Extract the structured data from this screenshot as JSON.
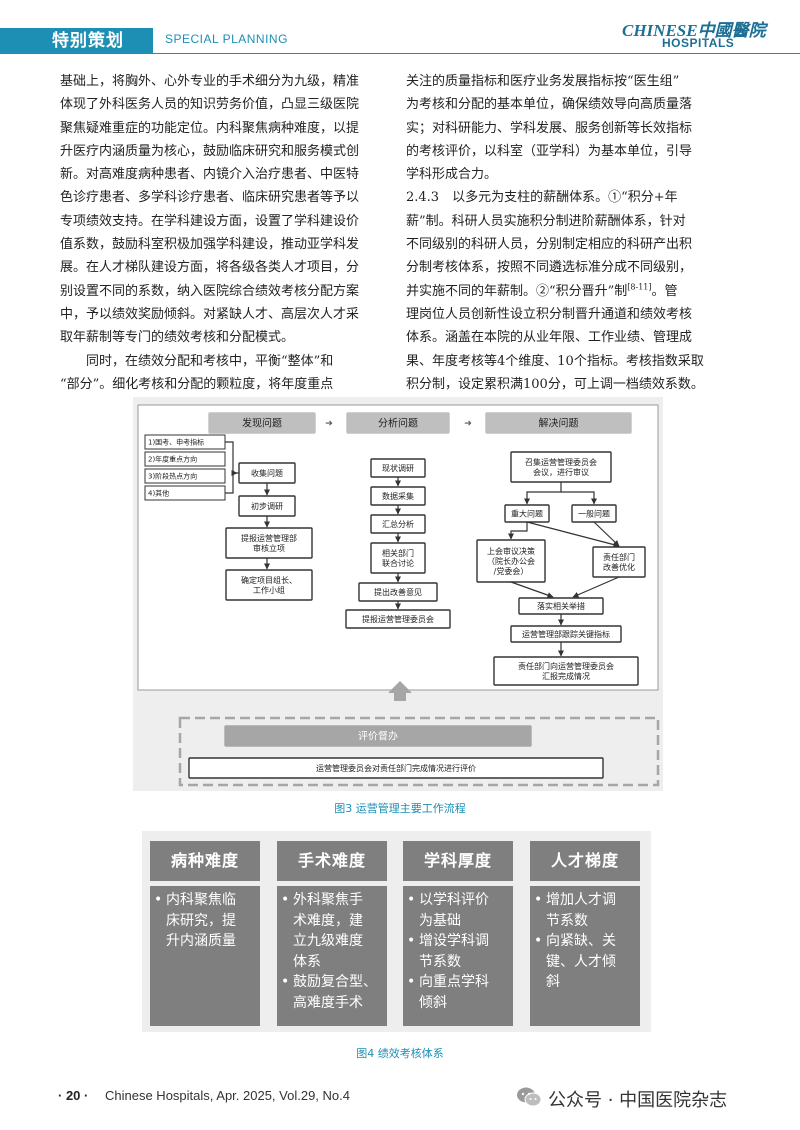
{
  "header": {
    "section_cn": "特别策划",
    "section_en": "SPECIAL PLANNING",
    "logo_top": "CHINESE中國醫院",
    "logo_bottom": "HOSPITALS"
  },
  "body_left": [
    "基础上，将胸外、心外专业的手术细分为九级，精准",
    "体现了外科医务人员的知识劳务价值，凸显三级医院",
    "聚焦疑难重症的功能定位。内科聚焦病种难度，以提",
    "升医疗内涵质量为核心，鼓励临床研究和服务模式创",
    "新。对高难度病种患者、内镜介入治疗患者、中医特",
    "色诊疗患者、多学科诊疗患者、临床研究患者等予以",
    "专项绩效支持。在学科建设方面，设置了学科建设价",
    "值系数，鼓励科室积极加强学科建设，推动亚学科发",
    "展。在人才梯队建设方面，将各级各类人才项目，分",
    "别设置不同的系数，纳入医院综合绩效考核分配方案",
    "中，予以绩效奖励倾斜。对紧缺人才、高层次人才采",
    "取年薪制等专门的绩效考核和分配模式。",
    "　　同时，在绩效分配和考核中，平衡“整体”和",
    "“部分”。细化考核和分配的颗粒度，将年度重点"
  ],
  "body_right": [
    "关注的质量指标和医疗业务发展指标按“医生组”",
    "为考核和分配的基本单位，确保绩效导向高质量落",
    "实；对科研能力、学科发展、服务创新等长效指标",
    "的考核评价，以科室（亚学科）为基本单位，引导",
    "学科形成合力。",
    "2.4.3　以多元为支柱的薪酬体系。①“积分+年",
    "薪”制。科研人员实施积分制进阶薪酬体系，针对",
    "不同级别的科研人员，分别制定相应的科研产出积",
    "分制考核体系，按照不同遴选标准分成不同级别，",
    "并实施不同的年薪制。②“积分晋升”制",
    "理岗位人员创新性设立积分制晋升通道和绩效考核",
    "体系。涵盖在本院的从业年限、工作业绩、管理成",
    "果、年度考核等4个维度、10个指标。考核指数采取",
    "积分制，设定累积满100分，可上调一档绩效系数。"
  ],
  "citation": "[8-11]",
  "citation_tail": "。管",
  "fig3": {
    "caption": "图3  运营管理主要工作流程",
    "col_find": "发现问题",
    "col_analyze": "分析问题",
    "col_solve": "解决问题",
    "sources": [
      "1)国考、申考指标",
      "2)年度重点方向",
      "3)阶段热点方向",
      "4)其他"
    ],
    "find_steps": [
      "收集问题",
      "初步调研",
      "提报运营管理部\n审核立项",
      "确定项目组长、\n工作小组"
    ],
    "analyze_steps": [
      "现状调研",
      "数据采集",
      "汇总分析",
      "相关部门\n联合讨论",
      "提出改善意见",
      "提报运营管理委员会"
    ],
    "solve_top": "召集运营管理委员会\n会议，进行审议",
    "solve_major": "重大问题",
    "solve_general": "一般问题",
    "solve_meeting": "上会审议决策\n（院长办公会\n/党委会）",
    "solve_dept": "责任部门\n改善优化",
    "solve_implement": "落实相关举措",
    "solve_track": "运营管理部跟踪关键指标",
    "solve_report": "责任部门向运营管理委员会\n汇报完成情况",
    "supervise": "评价督办",
    "supervise_desc": "运营管理委员会对责任部门完成情况进行评价"
  },
  "fig4": {
    "caption": "图4  绩效考核体系",
    "columns": [
      {
        "title": "病种难度",
        "items": [
          "内科聚焦临\n床研究，提\n升内涵质量"
        ]
      },
      {
        "title": "手术难度",
        "items": [
          "外科聚焦手\n术难度，建\n立九级难度\n体系",
          "鼓励复合型、\n高难度手术"
        ]
      },
      {
        "title": "学科厚度",
        "items": [
          "以学科评价\n为基础",
          "增设学科调\n节系数",
          "向重点学科\n倾斜"
        ]
      },
      {
        "title": "人才梯度",
        "items": [
          "增加人才调\n节系数",
          "向紧缺、关\n键、人才倾\n斜"
        ]
      }
    ]
  },
  "footer": {
    "page": "· 20 ·",
    "journal": "Chinese Hospitals, Apr. 2025, Vol.29, No.4",
    "wechat": "公众号 · 中国医院杂志"
  },
  "colors": {
    "brand": "#1d8fb4",
    "box_gray": "#7f7f7f",
    "fig_bg": "#eeeeee"
  }
}
